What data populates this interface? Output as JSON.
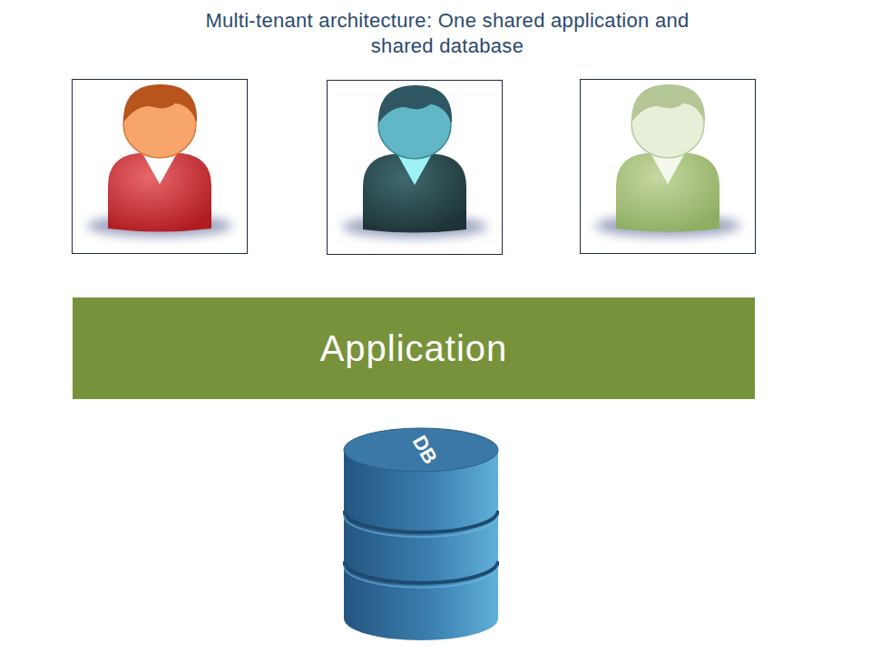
{
  "diagram": {
    "title": "Multi-tenant architecture: One shared application and shared database",
    "nodes": [
      {
        "text": [
          "Application"
        ]
      },
      {
        "text": [
          "DB"
        ]
      }
    ]
  }
}
